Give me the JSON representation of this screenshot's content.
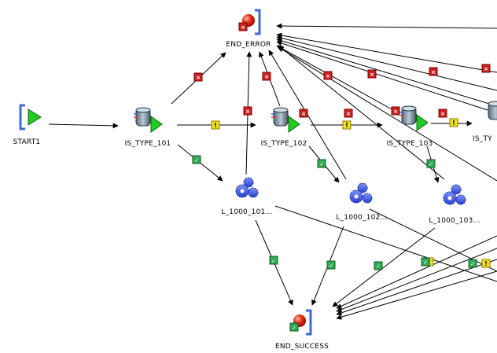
{
  "nodes": {
    "start1": {
      "label": "START1"
    },
    "is_type_101": {
      "label": "IS_TYPE_101"
    },
    "is_type_102": {
      "label": "IS_TYPE_102"
    },
    "is_type_103": {
      "label": "IS_TYPE_103"
    },
    "is_type_partial": {
      "label": "IS_TY"
    },
    "l_1000_101": {
      "label": "L_1000_101..."
    },
    "l_1000_102": {
      "label": "L_1000_102..."
    },
    "l_1000_103": {
      "label": "L_1000_103..."
    },
    "end_error": {
      "label": "END_ERROR"
    },
    "end_success": {
      "label": "END_SUCCESS"
    }
  },
  "edge_kinds": {
    "error": {
      "color": "#cc2222",
      "glyph": "×",
      "icon": "error-x-icon"
    },
    "success": {
      "color": "#33aa55",
      "glyph": "✓",
      "icon": "success-check-icon"
    },
    "warning": {
      "color": "#f0e020",
      "glyph": "!",
      "icon": "warning-icon"
    }
  }
}
